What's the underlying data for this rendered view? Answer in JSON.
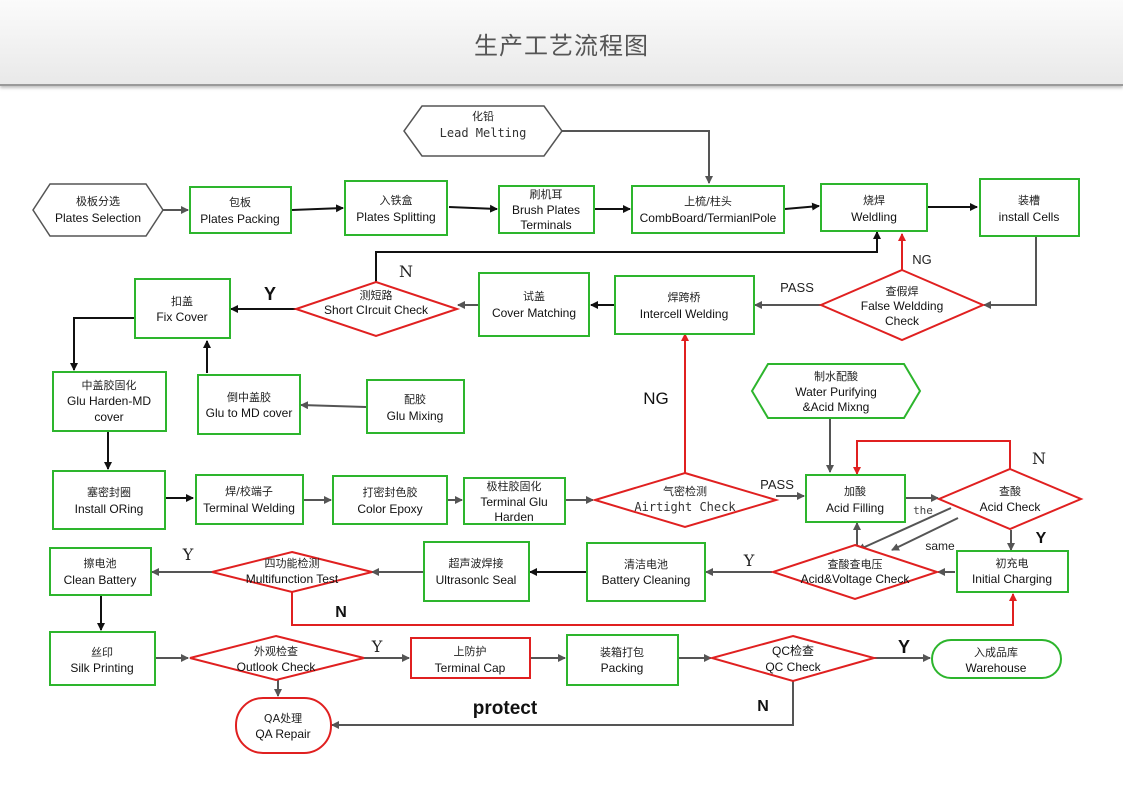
{
  "title": "生产工艺流程图",
  "nodes": {
    "lead_melting": {
      "zh": "化铅",
      "en": "Lead  Melting"
    },
    "plates_selection": {
      "zh": "极板分选",
      "en": "Plates Selection"
    },
    "plates_packing": {
      "zh": "包板",
      "en": "Plates Packing"
    },
    "plates_splitting": {
      "zh": "入铁盒",
      "en": "Plates Splitting"
    },
    "brush_plates": {
      "zh": "刷机耳",
      "en": "Brush Plates",
      "en2": "Terminals"
    },
    "combboard": {
      "zh": "上梳/柱头",
      "en": "CombBoard/TermianlPole"
    },
    "welding": {
      "zh": "烧焊",
      "en": "Weldling"
    },
    "install_cells": {
      "zh": "装槽",
      "en": "install Cells"
    },
    "false_welding": {
      "zh": "查假焊",
      "en": "False Weldding",
      "en2": "Check"
    },
    "intercell_welding": {
      "zh": "焊跨桥",
      "en": "Intercell Welding"
    },
    "cover_matching": {
      "zh": "试盖",
      "en": "Cover Matching"
    },
    "short_circuit": {
      "zh": "测短路",
      "en": "Short CIrcuit Check"
    },
    "fix_cover": {
      "zh": "扣盖",
      "en": "Fix Cover"
    },
    "glu_harden": {
      "zh": "中盖胶固化",
      "en": "Glu Harden-MD",
      "en2": "cover"
    },
    "glu_to_md": {
      "zh": "倒中盖胶",
      "en": "Glu to MD cover"
    },
    "glu_mixing": {
      "zh": "配胶",
      "en": "Glu Mixing"
    },
    "water_purifying": {
      "zh": "制水配酸",
      "en": "Water Purifying",
      "en2": "&Acid Mixng"
    },
    "install_oring": {
      "zh": "塞密封圈",
      "en": "Install ORing"
    },
    "terminal_welding": {
      "zh": "焊/校端子",
      "en": "Terminal Welding"
    },
    "color_epoxy": {
      "zh": "打密封色胶",
      "en": "Color Epoxy"
    },
    "terminal_glu": {
      "zh": "极柱胶固化",
      "en": "Terminal Glu",
      "en2": "Harden"
    },
    "airtight": {
      "zh": "气密检测",
      "en": "Airtight  Check"
    },
    "acid_filling": {
      "zh": "加酸",
      "en": "Acid Filling"
    },
    "acid_check": {
      "zh": "查酸",
      "en": "Acid Check"
    },
    "initial_charging": {
      "zh": "初充电",
      "en": "Initial Charging"
    },
    "acid_voltage": {
      "zh": "查酸查电压",
      "en": "Acid&Voltage Check"
    },
    "battery_cleaning": {
      "zh": "清洁电池",
      "en": "Battery Cleaning"
    },
    "ultrasonic": {
      "zh": "超声波焊接",
      "en": "Ultrasonlc Seal"
    },
    "multifunction": {
      "zh": "四功能检测",
      "en": "Multifunction Test"
    },
    "clean_battery": {
      "zh": "擦电池",
      "en": "Clean Battery"
    },
    "silk_printing": {
      "zh": "丝印",
      "en": "Silk Printing"
    },
    "outlook_check": {
      "zh": "外观检查",
      "en": "Outlook Check"
    },
    "terminal_cap": {
      "zh": "上防护",
      "en": "Terminal Cap"
    },
    "packing": {
      "zh": "装箱打包",
      "en": "Packing"
    },
    "qc_check": {
      "zh": "QC检查",
      "en": "QC Check"
    },
    "warehouse": {
      "zh": "入成品库",
      "en": "Warehouse"
    },
    "qa_repair": {
      "zh": "QA处理",
      "en": "QA Repair"
    }
  },
  "labels": {
    "ng_welding": "NG",
    "pass_false": "PASS",
    "n_short": "N",
    "y_short": "Y",
    "ng_airtight": "NG",
    "pass_airtight": "PASS",
    "n_acid": "N",
    "the": "the",
    "same": "same",
    "y_acid": "Y",
    "y_voltage": "Y",
    "y_multi": "Y",
    "n_multi": "N",
    "y_outlook": "Y",
    "y_qc": "Y",
    "n_qc": "N",
    "protect": "protect"
  },
  "colors": {
    "process_border": "#2db52d",
    "decision_border": "#e02020",
    "flow_arrow": "#555555"
  }
}
